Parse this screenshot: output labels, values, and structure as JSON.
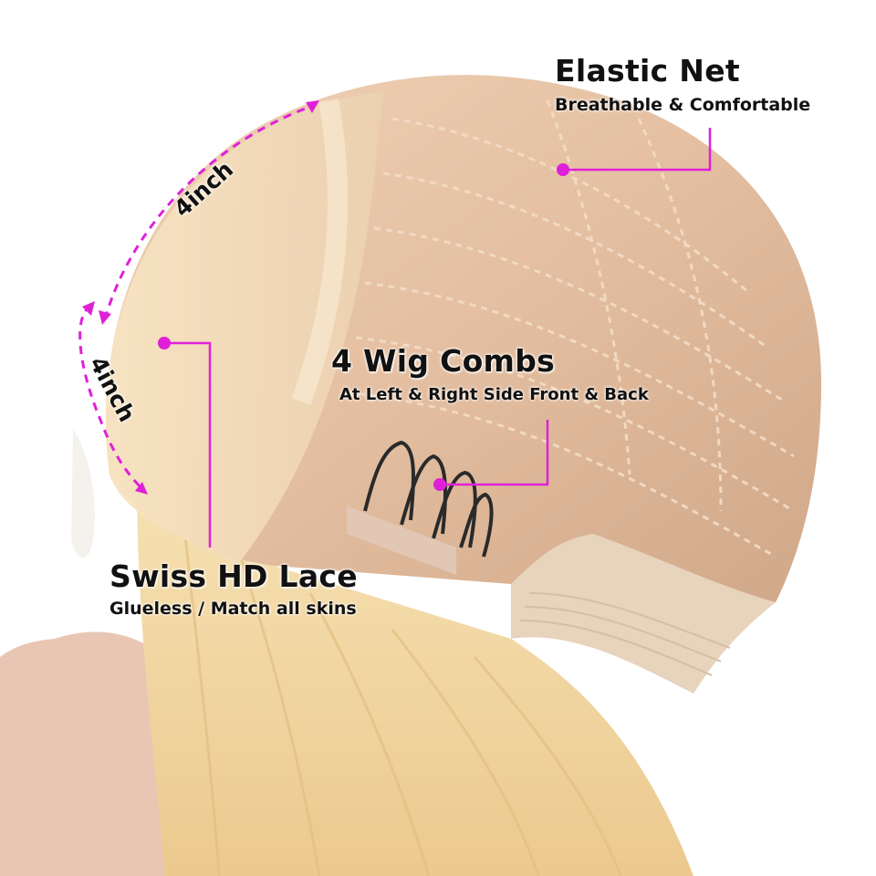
{
  "callouts": {
    "elastic_net": {
      "title": "Elastic Net",
      "subtitle": "Breathable & Comfortable"
    },
    "wig_combs": {
      "title": "4 Wig Combs",
      "subtitle": "At Left & Right Side Front & Back"
    },
    "swiss_lace": {
      "title": "Swiss HD Lace",
      "subtitle": "Glueless / Match all skins"
    }
  },
  "measurements": {
    "top": "4inch",
    "side": "4inch"
  },
  "colors": {
    "accent": "#e020d8",
    "cap": "#e6c2a4",
    "hair": "#f2d9a6",
    "band": "#e8d3bd",
    "comb": "#2a2a2a"
  }
}
